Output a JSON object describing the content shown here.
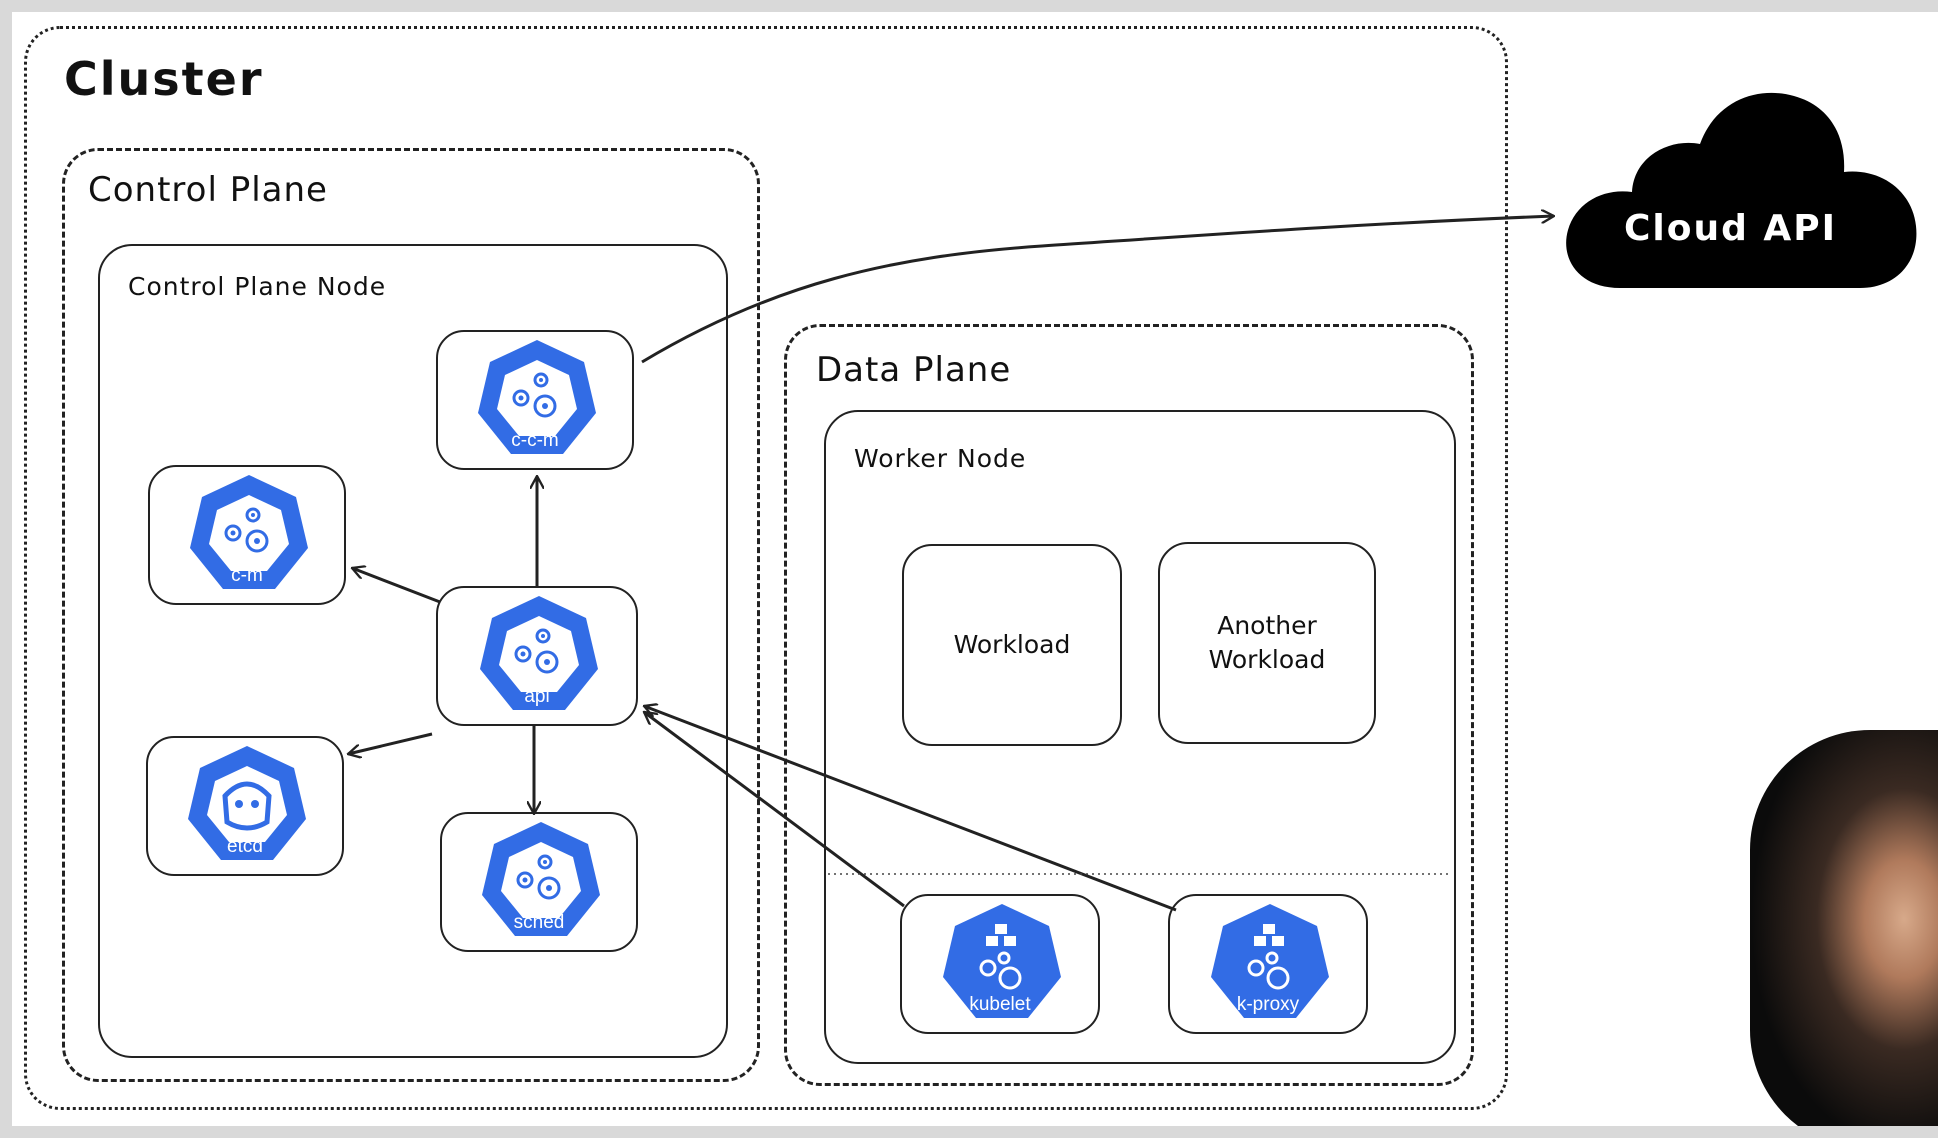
{
  "cluster": {
    "title": "Cluster"
  },
  "control_plane": {
    "title": "Control Plane",
    "node_title": "Control Plane Node",
    "components": [
      {
        "id": "ccm",
        "label": "c-c-m",
        "icon": "kubernetes-gears-icon"
      },
      {
        "id": "cm",
        "label": "c-m",
        "icon": "kubernetes-gears-icon"
      },
      {
        "id": "api",
        "label": "api",
        "icon": "kubernetes-gears-icon"
      },
      {
        "id": "etcd",
        "label": "etcd",
        "icon": "kubernetes-etcd-icon"
      },
      {
        "id": "sched",
        "label": "sched",
        "icon": "kubernetes-gears-icon"
      }
    ]
  },
  "data_plane": {
    "title": "Data Plane",
    "node_title": "Worker Node",
    "workloads": [
      "Workload",
      "Another\nWorkload"
    ],
    "components": [
      {
        "id": "kubelet",
        "label": "kubelet",
        "icon": "kubernetes-cubes-gears-icon"
      },
      {
        "id": "kproxy",
        "label": "k-proxy",
        "icon": "kubernetes-cubes-gears-icon"
      }
    ]
  },
  "cloud": {
    "label": "Cloud API",
    "icon": "cloud-icon"
  },
  "colors": {
    "k8s_blue": "#326ce5",
    "ink": "#222222",
    "cloud": "#000000"
  }
}
